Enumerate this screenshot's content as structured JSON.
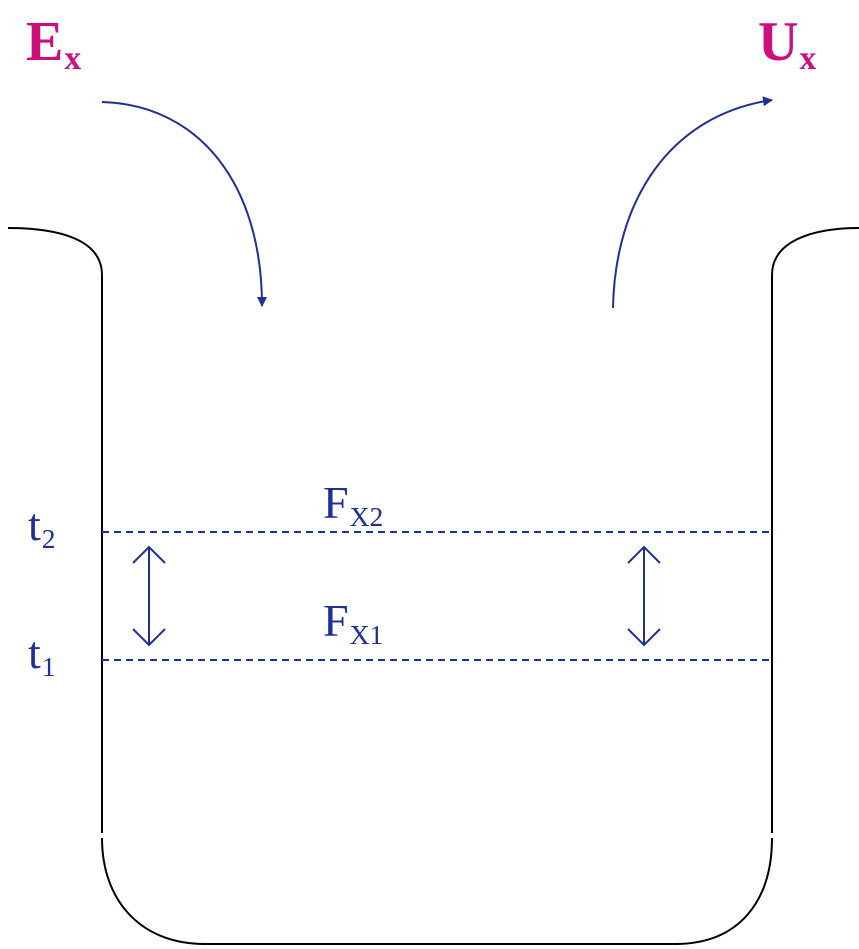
{
  "colors": {
    "inflow_outflow_labels": "#cc0f7a",
    "flow_arrows": "#1f2f9a",
    "level_markings": "#1f2f9a",
    "vessel_outline": "#000000",
    "background": "#ffffff"
  },
  "inflow": {
    "main": "E",
    "sub": "x"
  },
  "outflow": {
    "main": "U",
    "sub": "x"
  },
  "levels": {
    "upper_time": {
      "main": "t",
      "sub": "2"
    },
    "lower_time": {
      "main": "t",
      "sub": "1"
    },
    "upper_stock": {
      "main": "F",
      "sub": "X2"
    },
    "lower_stock": {
      "main": "F",
      "sub": "X1"
    }
  }
}
